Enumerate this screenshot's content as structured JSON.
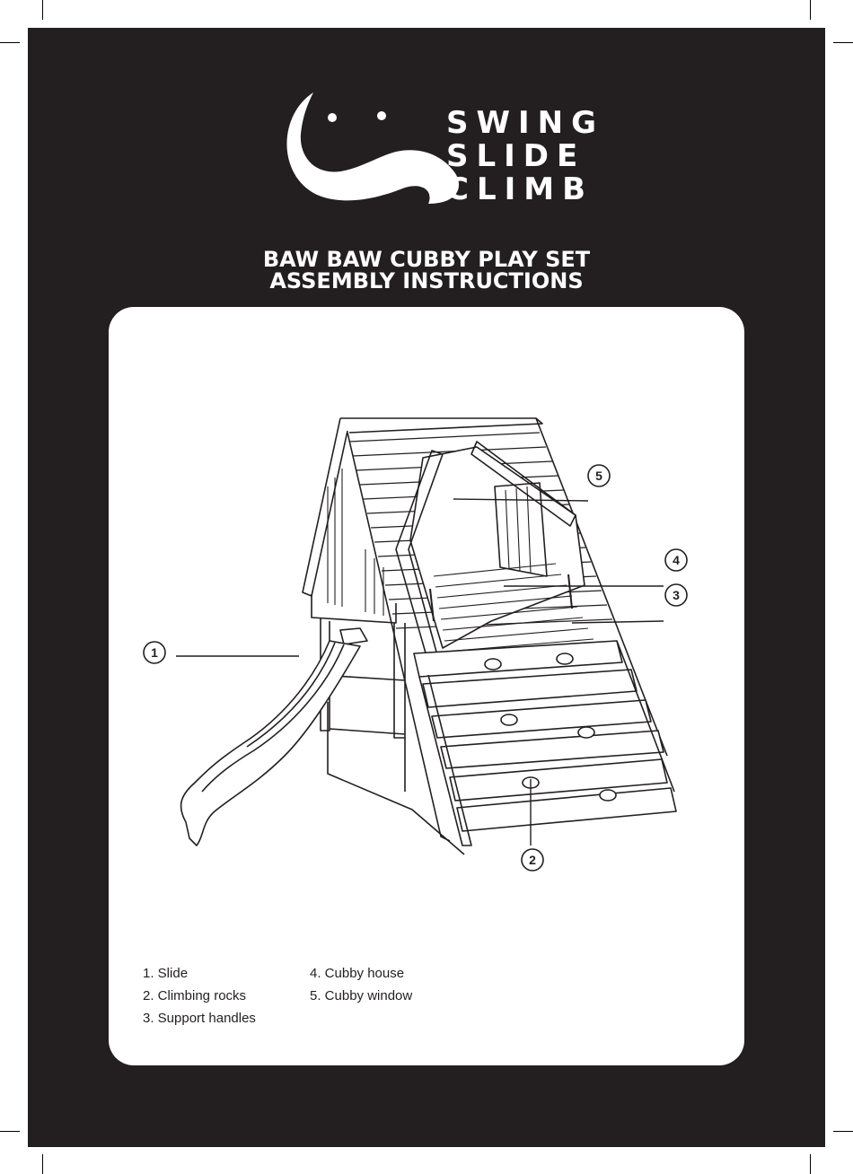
{
  "brand": {
    "name_lines": [
      "SWING",
      "SLIDE",
      "CLIMB"
    ],
    "logo_icon": "smile-swoosh-icon"
  },
  "title": {
    "line1": "BAW BAW CUBBY PLAY SET",
    "line2": "ASSEMBLY INSTRUCTIONS"
  },
  "callouts": [
    "1",
    "2",
    "3",
    "4",
    "5"
  ],
  "legend": {
    "col1": [
      "1. Slide",
      "2. Climbing rocks",
      "3. Support handles"
    ],
    "col2": [
      "4. Cubby house",
      "5. Cubby window"
    ]
  },
  "colors": {
    "background": "#231f20",
    "panel": "#ffffff",
    "text_light": "#ffffff",
    "text_dark": "#231f20"
  }
}
